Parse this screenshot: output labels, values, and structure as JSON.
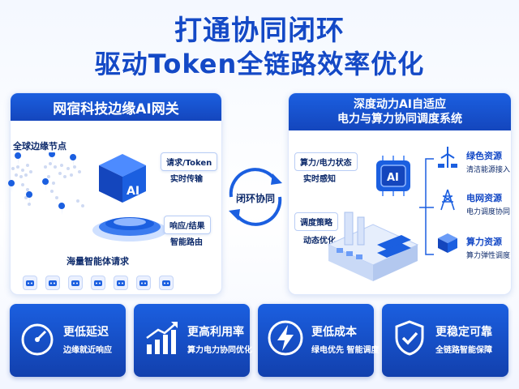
{
  "title": {
    "line1": "打通协同闭环",
    "line2": "驱动Token全链路效率优化"
  },
  "left_panel": {
    "header": "网宿科技边缘AI网关",
    "global_nodes_label": "全球边缘节点",
    "cube_label": "AI",
    "request_tag": "请求/Token",
    "request_sub": "实时传输",
    "response_tag": "响应/结果",
    "response_sub": "智能路由",
    "massive_label": "海量智能体请求"
  },
  "center": {
    "loop_label": "闭环协同"
  },
  "right_panel": {
    "header_line1": "深度动力AI自适应",
    "header_line2": "电力与算力协同调度系统",
    "status_tag": "算力/电力状态",
    "status_sub": "实时感知",
    "strategy_tag": "调度策略",
    "strategy_sub": "动态优化",
    "chip_label": "AI",
    "resources": [
      {
        "title": "绿色资源",
        "sub": "清洁能源接入",
        "icon": "wind-turbine-icon"
      },
      {
        "title": "电网资源",
        "sub": "电力调度协同",
        "icon": "power-tower-icon"
      },
      {
        "title": "算力资源",
        "sub": "算力弹性调度",
        "icon": "server-icon"
      }
    ]
  },
  "cards": [
    {
      "title": "更低延迟",
      "sub": "边缘就近响应",
      "icon": "speedometer-icon"
    },
    {
      "title": "更高利用率",
      "sub": "算力电力协同优化",
      "icon": "growth-chart-icon"
    },
    {
      "title": "更低成本",
      "sub": "绿电优先 智能调度",
      "icon": "lightning-icon"
    },
    {
      "title": "更稳定可靠",
      "sub": "全链路智能保障",
      "icon": "shield-check-icon"
    }
  ],
  "colors": {
    "primary": "#1449c6",
    "header_blue": "#1b5fe0",
    "text_dark": "#0d2a6b"
  }
}
